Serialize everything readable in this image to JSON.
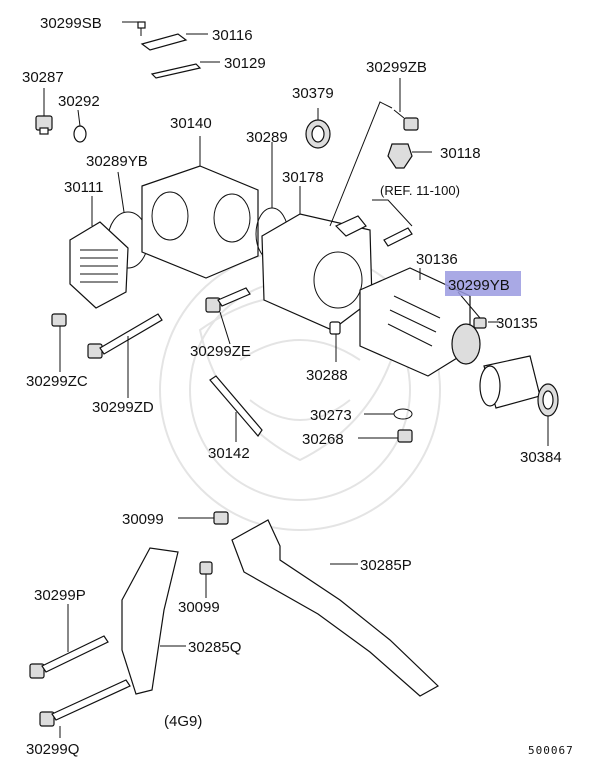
{
  "labels": {
    "p30299SB": "30299SB",
    "p30116": "30116",
    "p30129": "30129",
    "p30287": "30287",
    "p30292": "30292",
    "p30140": "30140",
    "p30379": "30379",
    "p30299ZB": "30299ZB",
    "p30289": "30289",
    "p30289YB": "30289YB",
    "p30118": "30118",
    "p30111": "30111",
    "p30178": "30178",
    "ref": "(REF. 11-100)",
    "p30136": "30136",
    "p30299YB": "30299YB",
    "p30135": "30135",
    "p30299ZE": "30299ZE",
    "p30299ZC": "30299ZC",
    "p30288": "30288",
    "p30299ZD": "30299ZD",
    "p30273": "30273",
    "p30268": "30268",
    "p30384": "30384",
    "p30142": "30142",
    "p30099a": "30099",
    "p30285P": "30285P",
    "p30299P": "30299P",
    "p30099b": "30099",
    "p30285Q": "30285Q",
    "engine": "(4G9)",
    "p30299Q": "30299Q",
    "code": "500067"
  },
  "colors": {
    "highlight": "#9a9ae0",
    "ink": "#111111"
  }
}
